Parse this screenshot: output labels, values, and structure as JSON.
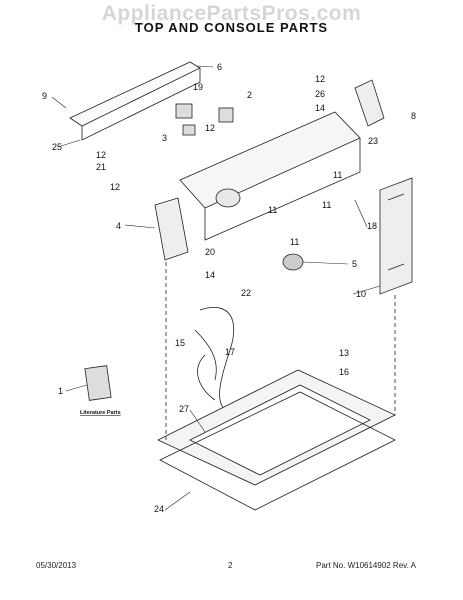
{
  "watermark": "AppliancePartsPros.com",
  "title": "TOP AND CONSOLE PARTS",
  "literature_label": "Literature Parts",
  "callouts": [
    "6",
    "9",
    "19",
    "2",
    "12",
    "26",
    "14",
    "8",
    "12",
    "12",
    "25",
    "3",
    "21",
    "23",
    "11",
    "12",
    "11",
    "11",
    "4",
    "18",
    "11",
    "20",
    "5",
    "14",
    "22",
    "10",
    "15",
    "17",
    "13",
    "16",
    "1",
    "27",
    "24"
  ],
  "footer": {
    "date": "05/30/2013",
    "page": "2",
    "part_no": "Part No. W10614902  Rev. A"
  }
}
